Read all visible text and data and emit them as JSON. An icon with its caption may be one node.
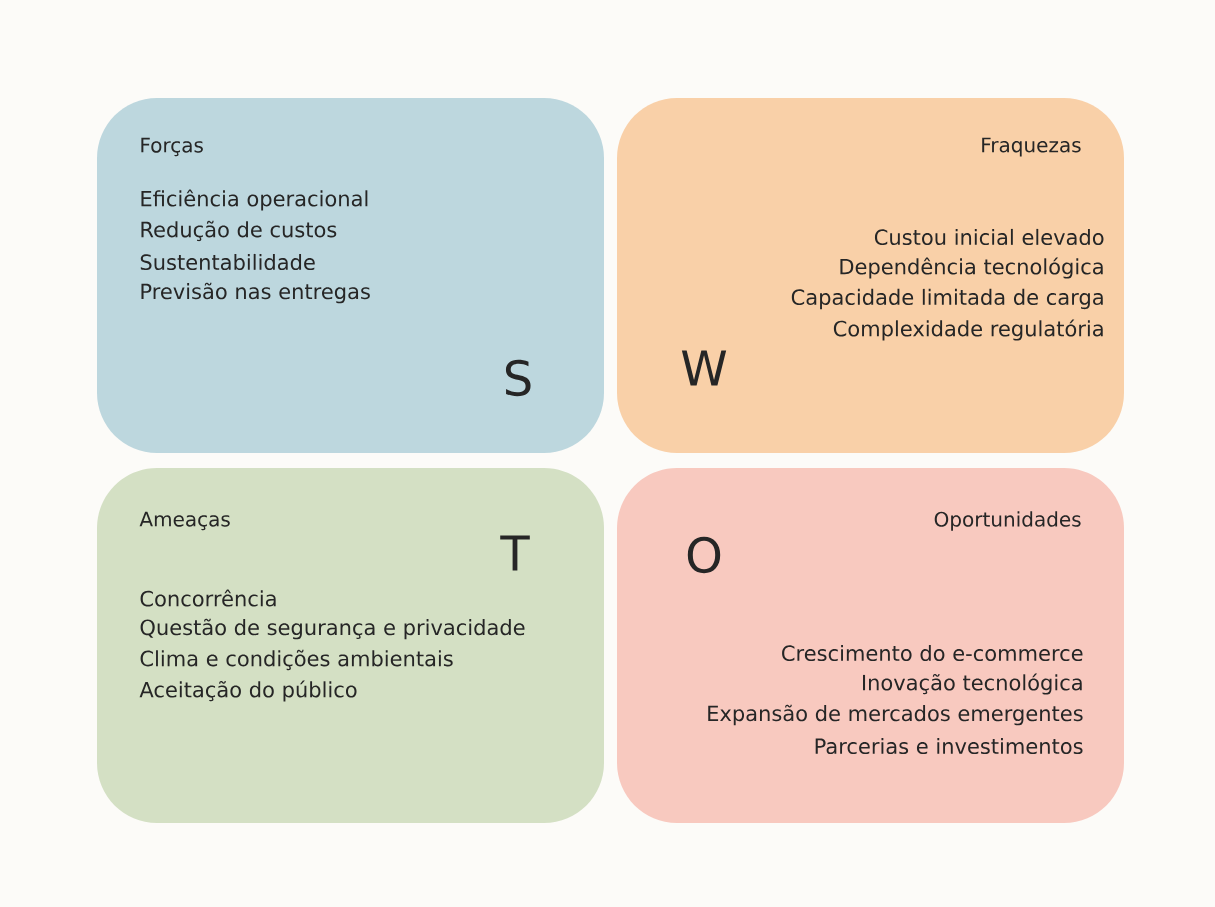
{
  "diagram": {
    "nodes": [
      {
        "text": [
          "Forças",
          "Eficiência operacional",
          "Redução de custos",
          "Sustentabilidade",
          "Previsão nas entregas"
        ]
      },
      {
        "text": [
          "Fraquezas",
          "Custou inicial elevado",
          "Dependência tecnológica",
          "Capacidade limitada de carga",
          "Complexidade regulatória"
        ]
      },
      {
        "text": [
          "Ameaças",
          "Concorrência",
          "Questão de segurança e privacidade",
          "Clima e condições ambientais",
          "Aceitação do público"
        ]
      },
      {
        "text": [
          "Oportunidades",
          "Crescimento do e-commerce",
          "Inovação tecnológica",
          "Expansão de mercados emergentes",
          "Parcerias e investimentos"
        ]
      }
    ],
    "labels": [
      "S",
      "W",
      "T",
      "O"
    ]
  }
}
